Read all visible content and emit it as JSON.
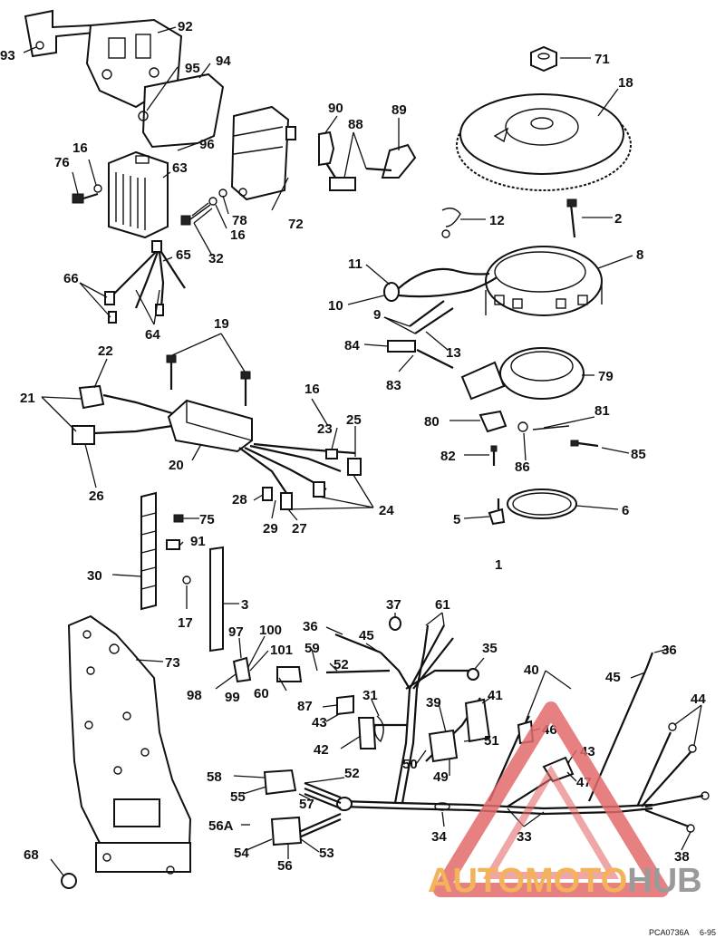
{
  "figure_code": "PCA0736A",
  "figure_code_suffix": "6-95",
  "watermark": {
    "part1": "AUTO",
    "part2": "MOTO",
    "part3": "HUB",
    "color_orange": "#f2b35a",
    "color_gray": "#9a9a9a",
    "color_red": "#e05050"
  },
  "callouts": [
    "1",
    "2",
    "3",
    "5",
    "6",
    "8",
    "9",
    "10",
    "11",
    "12",
    "13",
    "16",
    "16",
    "16",
    "17",
    "18",
    "19",
    "20",
    "21",
    "22",
    "23",
    "24",
    "25",
    "26",
    "27",
    "28",
    "29",
    "30",
    "31",
    "32",
    "33",
    "34",
    "35",
    "36",
    "36",
    "37",
    "38",
    "39",
    "40",
    "41",
    "42",
    "43",
    "43",
    "44",
    "45",
    "45",
    "46",
    "47",
    "49",
    "50",
    "51",
    "52",
    "52",
    "53",
    "54",
    "55",
    "56",
    "56A",
    "57",
    "58",
    "59",
    "60",
    "61",
    "63",
    "64",
    "65",
    "66",
    "68",
    "71",
    "72",
    "73",
    "75",
    "76",
    "78",
    "79",
    "80",
    "81",
    "82",
    "83",
    "84",
    "85",
    "86",
    "87",
    "88",
    "89",
    "90",
    "91",
    "92",
    "93",
    "94",
    "95",
    "96",
    "97",
    "98",
    "99",
    "100",
    "101"
  ]
}
